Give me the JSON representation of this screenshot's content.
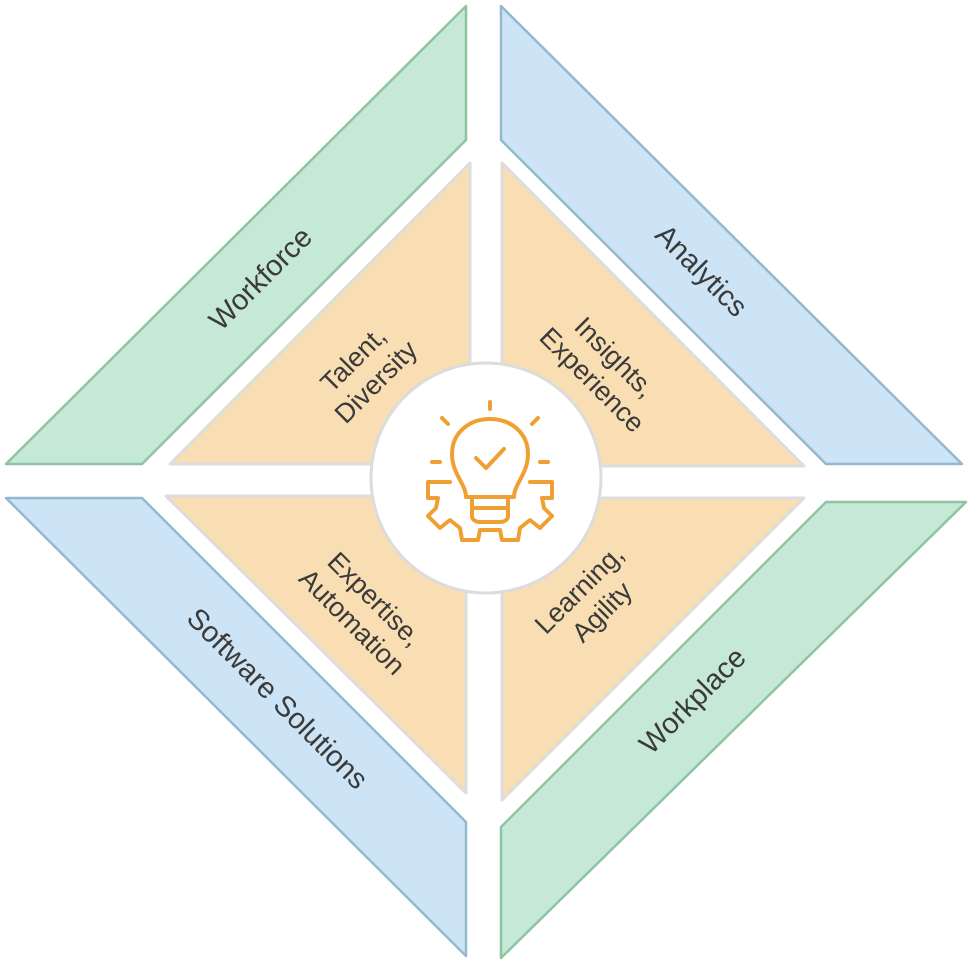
{
  "outer": {
    "workforce": "Workforce",
    "analytics": "Analytics",
    "software_solutions": "Software Solutions",
    "workplace": "Workplace"
  },
  "inner": {
    "top_left": [
      "Talent,",
      "Diversity"
    ],
    "top_right": [
      "Insights,",
      "Experience"
    ],
    "bottom_left": [
      "Expertise,",
      "Automation"
    ],
    "bottom_right": [
      "Learning,",
      "Agility"
    ]
  },
  "center_icon": "lightbulb-gear-check-icon",
  "colors": {
    "outer_green": "#c6e8d6",
    "outer_green_stroke": "#8fc4a3",
    "outer_blue": "#cce4f6",
    "outer_blue_stroke": "#93b9cf",
    "inner_orange": "#f9deb3",
    "inner_stroke": "#dddddd",
    "icon": "#f0a032",
    "text": "#3a3a3a"
  }
}
